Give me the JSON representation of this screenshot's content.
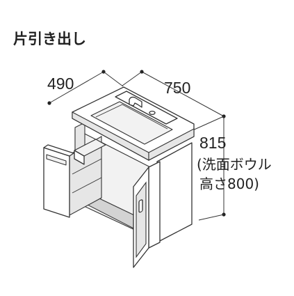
{
  "title": "片引き出し",
  "dimensions": {
    "depth": "490",
    "width": "750",
    "height": "815"
  },
  "height_note": {
    "line1": "(洗面ボウル",
    "line2": "高さ800)"
  }
}
